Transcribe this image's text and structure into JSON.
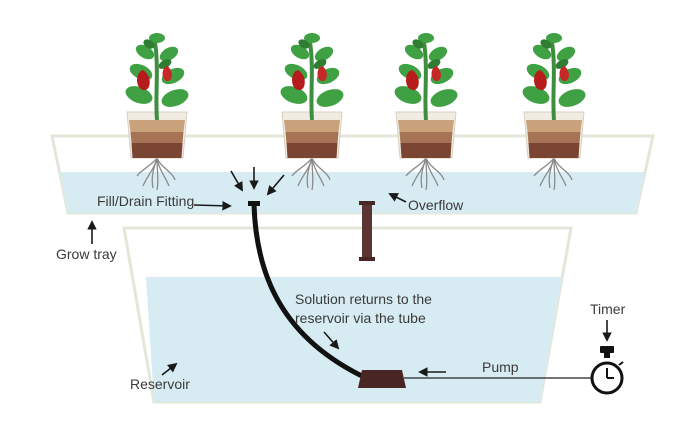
{
  "labels": {
    "fill_drain": "Fill/Drain Fitting",
    "overflow": "Overflow",
    "grow_tray": "Grow tray",
    "solution_line1": "Solution returns to the",
    "solution_line2": "reservoir via the tube",
    "timer": "Timer",
    "pump": "Pump",
    "reservoir": "Reservoir"
  },
  "colors": {
    "water": "#d7ecf2",
    "tray_outline": "#e3e7d9",
    "pot_top": "#c9a27c",
    "soil_dark": "#6b3b2a",
    "leaf": "#3fa143",
    "leaf_dark": "#2e7d32",
    "pepper": "#b71c1c",
    "tube": "#111111",
    "pump": "#4a2525"
  },
  "plant_count": 4
}
